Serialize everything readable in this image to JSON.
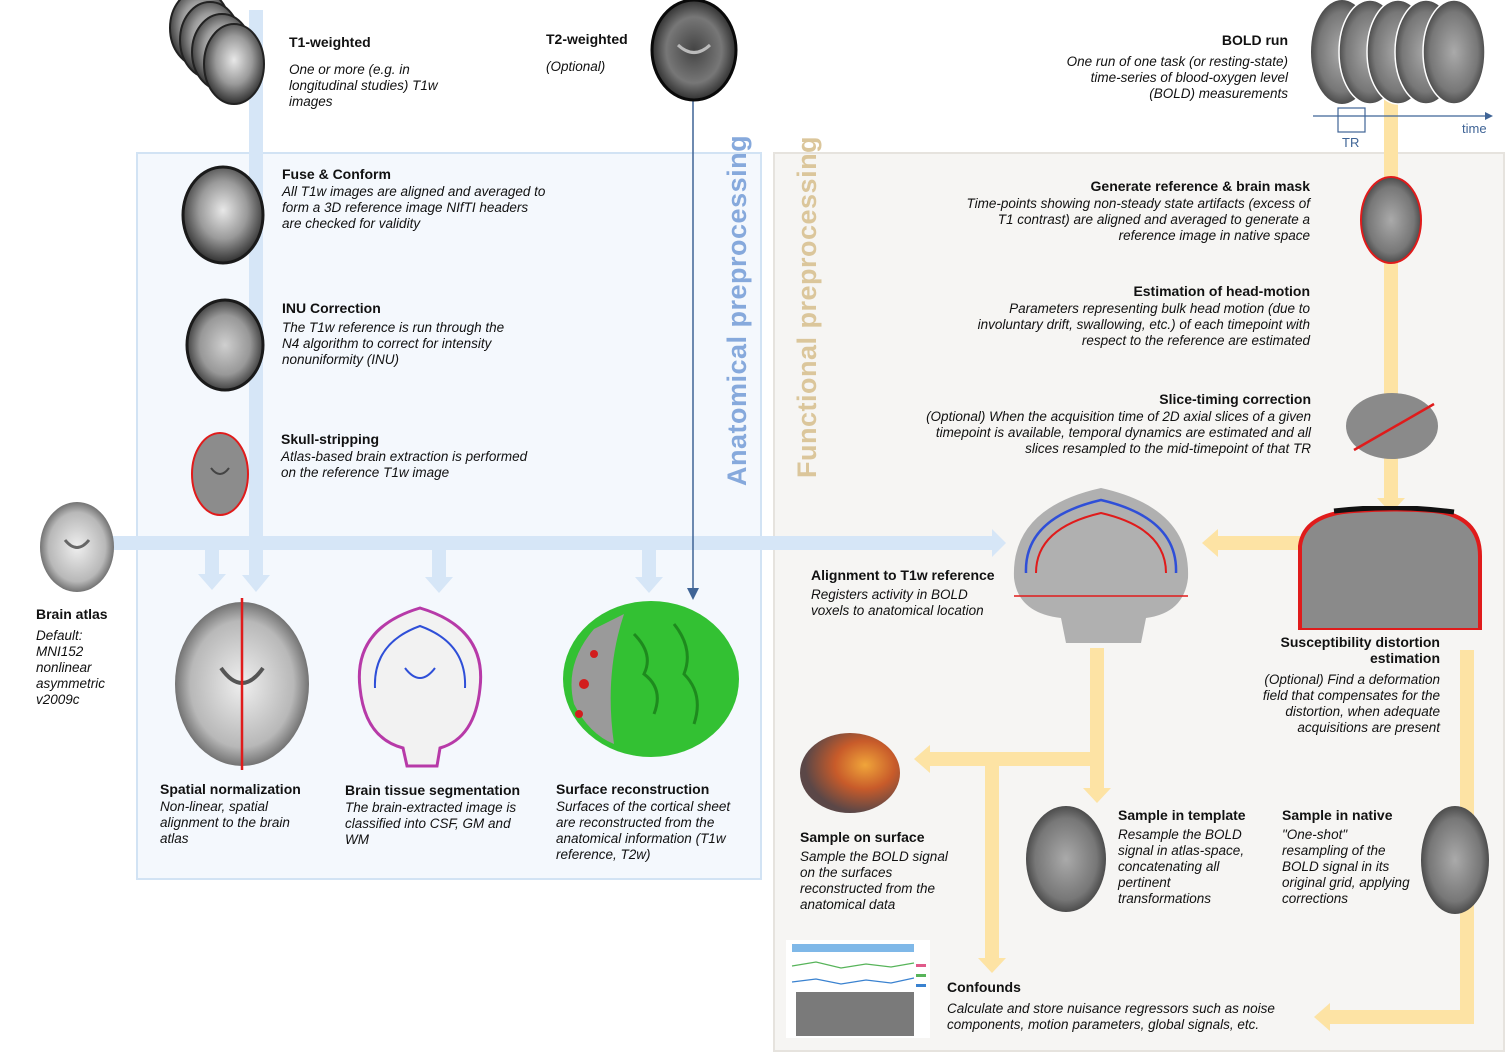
{
  "panels": {
    "anatomical_label": "Anatomical preprocessing",
    "functional_label": "Functional preprocessing"
  },
  "inputs": {
    "t1w": {
      "title": "T1-weighted",
      "desc": "One or more (e.g. in longitudinal studies) T1w images"
    },
    "t2w": {
      "title": "T2-weighted",
      "desc": "(Optional)"
    },
    "bold": {
      "title": "BOLD run",
      "desc": "One run of one task (or resting-state) time-series of blood-oxygen level (BOLD) measurements",
      "tr_label": "TR",
      "time_label": "time"
    },
    "atlas": {
      "title": "Brain atlas",
      "desc": "Default: MNI152 nonlinear asymmetric v2009c"
    }
  },
  "anatomical": {
    "fuse": {
      "title": "Fuse & Conform",
      "desc": "All T1w images are aligned and averaged to form a 3D reference image NIfTI headers are checked for validity"
    },
    "inu": {
      "title": "INU Correction",
      "desc": "The T1w reference is run through the N4 algorithm to correct for intensity nonuniformity (INU)"
    },
    "skull": {
      "title": "Skull-stripping",
      "desc": "Atlas-based brain extraction is performed on the reference T1w image"
    },
    "spatial": {
      "title": "Spatial normalization",
      "desc": "Non-linear, spatial alignment to the brain atlas"
    },
    "segmentation": {
      "title": "Brain tissue segmentation",
      "desc": "The brain-extracted image is classified into CSF, GM and WM"
    },
    "surface": {
      "title": "Surface reconstruction",
      "desc": "Surfaces of the cortical sheet are reconstructed from the anatomical information (T1w reference, T2w)"
    }
  },
  "functional": {
    "reference": {
      "title": "Generate reference & brain mask",
      "desc": "Time-points showing non-steady state artifacts (excess of T1 contrast) are aligned and averaged to generate a reference image in native space"
    },
    "motion": {
      "title": "Estimation of head-motion",
      "desc": "Parameters representing bulk head motion (due to involuntary drift, swallowing, etc.) of each timepoint with respect to the reference are estimated"
    },
    "slice": {
      "title": "Slice-timing correction",
      "desc": "(Optional) When the acquisition time of 2D axial slices of a given timepoint is available, temporal dynamics are estimated and all slices resampled to the mid-timepoint of that TR"
    },
    "alignment": {
      "title": "Alignment to T1w reference",
      "desc": "Registers activity in BOLD voxels to anatomical location"
    },
    "susceptibility": {
      "title": "Susceptibility distortion estimation",
      "desc": "(Optional) Find a deformation field that compensates for the distortion, when adequate acquisitions are present"
    },
    "surface_sample": {
      "title": "Sample on surface",
      "desc": "Sample the BOLD signal on the surfaces reconstructed from the anatomical data"
    },
    "template": {
      "title": "Sample in template",
      "desc": "Resample the BOLD signal in atlas-space, concatenating all pertinent transformations"
    },
    "native": {
      "title": "Sample in native",
      "desc": "\"One-shot\" resampling of the BOLD signal in its original grid, applying corrections"
    },
    "confounds": {
      "title": "Confounds",
      "desc": "Calculate and store nuisance regressors such as noise components, motion parameters, global signals, etc."
    }
  },
  "colors": {
    "anat_arrow": "#d6e6f7",
    "func_arrow": "#fde3a4",
    "anat_text": "#86a9dc",
    "func_text": "#dbc69b",
    "mask_red": "#e01b1b"
  }
}
